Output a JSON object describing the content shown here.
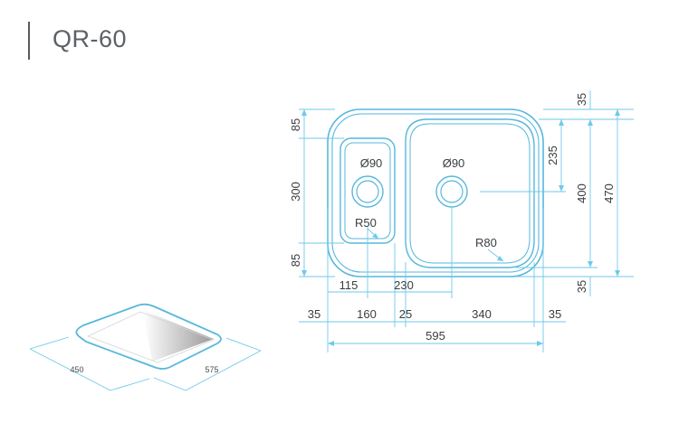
{
  "header": {
    "title": "QR-60"
  },
  "colors": {
    "outline": "#57b7dc",
    "dimension": "#6ec9ea",
    "text": "#3a3d40"
  },
  "plan": {
    "left_dims": [
      "85",
      "300",
      "85"
    ],
    "top_dims": [
      "35",
      "235",
      "400",
      "470",
      "35"
    ],
    "bowl_small": {
      "drain": "Ø90",
      "radius": "R50"
    },
    "bowl_large": {
      "drain": "Ø90",
      "radius": "R80"
    },
    "offsets": [
      "115",
      "230"
    ],
    "bottom_row": [
      "35",
      "160",
      "25",
      "340",
      "35"
    ],
    "overall": "595"
  },
  "perspective": {
    "depth": "450",
    "width": "575"
  }
}
